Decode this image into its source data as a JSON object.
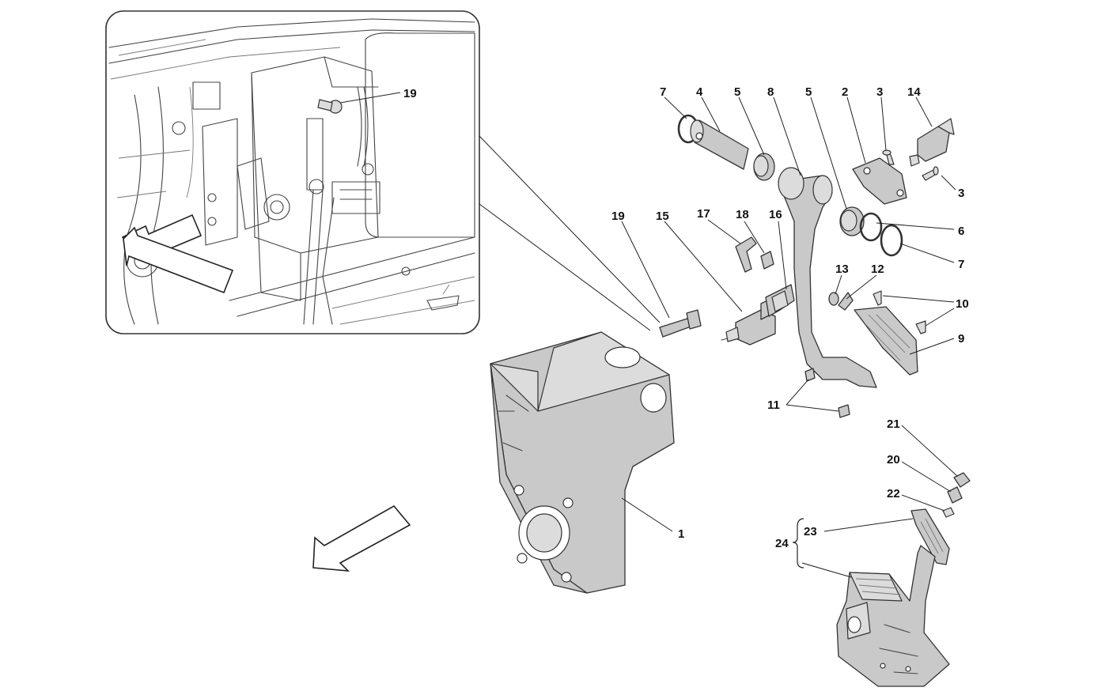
{
  "diagram": {
    "callouts": {
      "c1": "1",
      "c2": "2",
      "c3a": "3",
      "c3b": "3",
      "c4": "4",
      "c5a": "5",
      "c5b": "5",
      "c6": "6",
      "c7a": "7",
      "c7b": "7",
      "c8": "8",
      "c9": "9",
      "c10": "10",
      "c11": "11",
      "c12": "12",
      "c13": "13",
      "c14": "14",
      "c15": "15",
      "c16": "16",
      "c17": "17",
      "c18": "18",
      "c19": "19",
      "c19_inset": "19",
      "c20": "20",
      "c21": "21",
      "c22": "22",
      "c23": "23",
      "c24": "24"
    }
  }
}
